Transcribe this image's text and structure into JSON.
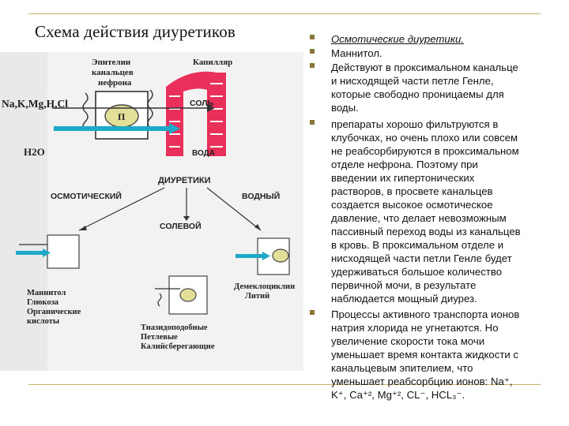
{
  "slide": {
    "title": "Схема действия диуретиков"
  },
  "diagram": {
    "epithelium_label": [
      "Эпителии",
      "канальцев",
      "нефрона"
    ],
    "capillary_label": "Капилляр",
    "ions_label": "Na,K,Mg,H,Cl",
    "water_label": "H2O",
    "cell_label": "П",
    "salt_label": "СОЛЬ",
    "water_cap_label": "ВОДА",
    "diuretics_label": "ДИУРЕТИКИ",
    "osmotic_label": "ОСМОТИЧЕСКИЙ",
    "aqueous_label": "ВОДНЫЙ",
    "saline_label": "СОЛЕВОЙ",
    "left_group": [
      "Маннитол",
      "Глюкоза",
      "Органические",
      "кислоты"
    ],
    "middle_group": [
      "Тиазидоподобные",
      "Петлевые",
      "Калийсберегающие"
    ],
    "right_group": [
      "Демеклоциклин",
      "Литий"
    ]
  },
  "bullets": [
    {
      "text": "Осмотические диуретики."
    },
    {
      "text": "Маннитол."
    },
    {
      "lines": [
        "Действуют в проксимальном канальце",
        "и нисходящей части петле Генле,",
        "которые свободно проницаемы для",
        "воды."
      ]
    },
    {
      "lines": [
        "препараты хорошо фильтруются в",
        "клубочках, но очень плохо или совсем",
        "не реабсорбируются в проксимальном",
        "отделе нефрона. Поэтому при",
        "введении их гипертонических",
        "растворов, в просвете канальцев",
        "создается высокое осмотическое",
        "давление, что делает невозможным",
        "пассивный переход воды из канальцев",
        "в кровь. В проксимальном отделе и",
        "нисходящей части петли Генле будет",
        "удерживаться большое количество",
        "первичной мочи, в результате",
        "наблюдается мощный диурез."
      ]
    },
    {
      "lines": [
        "Процессы активного транспорта ионов",
        "натрия хлорида не угнетаются. Но",
        "увеличение скорости тока мочи",
        "уменьшает время контакта жидкости с",
        "канальцевым эпителием, что",
        "уменьшает реабсорбцию ионов: Na⁺,",
        "K⁺, Ca⁺², Mg⁺², CL⁻, HCL₃⁻."
      ]
    }
  ],
  "colors": {
    "frame": "#c9b26a",
    "bullet_marker": "#8a7536",
    "capillary": "#e8305a",
    "arrow": "#1ea9c9",
    "cell_fill": "#e2df99"
  }
}
